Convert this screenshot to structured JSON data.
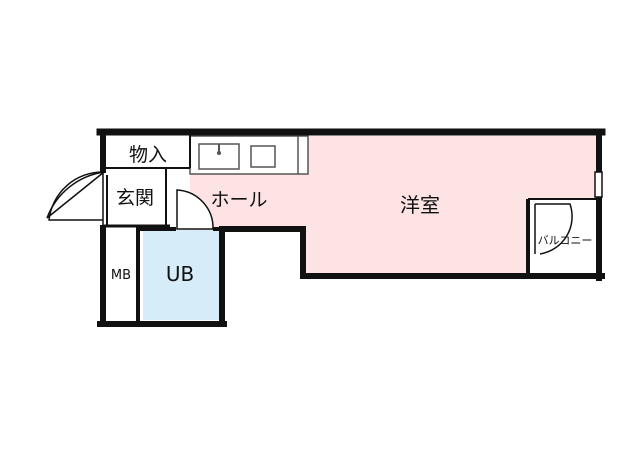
{
  "rooms": {
    "storage": "物入",
    "entrance": "玄関",
    "hall": "ホール",
    "western_room": "洋室",
    "unit_bath": "UB",
    "meter_box": "MB",
    "balcony": "バルコニー"
  },
  "colors": {
    "wall": "#111111",
    "room_fill": "#fde3e3",
    "bath_fill": "#d6ecf8",
    "fixture_fill": "#ffffff",
    "fixture_stroke": "#555555",
    "background": "#ffffff"
  }
}
